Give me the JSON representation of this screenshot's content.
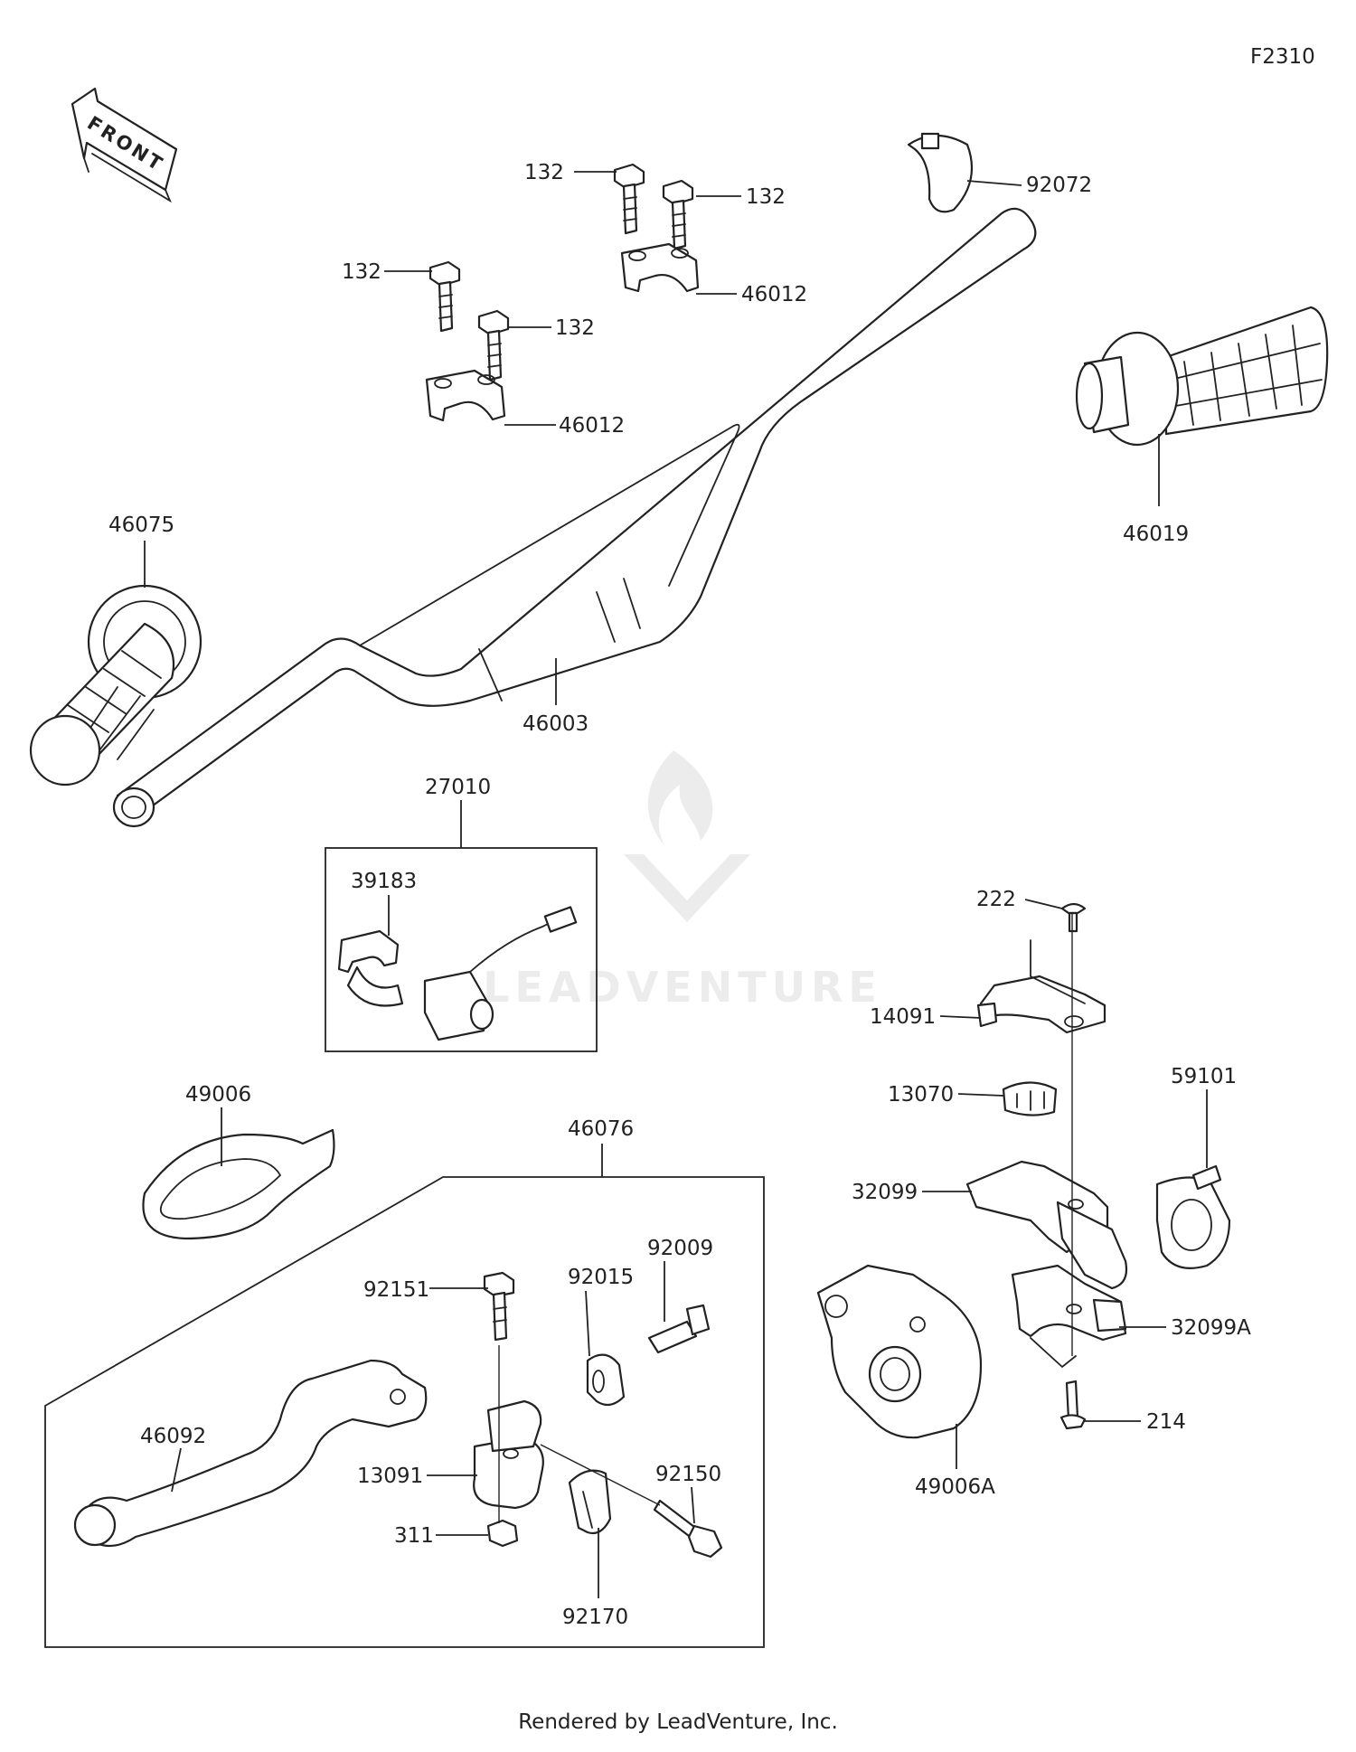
{
  "figure_code": "F2310",
  "front_label": "FRONT",
  "watermark_text": "LEADVENTURE",
  "footer": "Rendered by LeadVenture, Inc.",
  "callouts": {
    "c132_a": "132",
    "c132_b": "132",
    "c132_c": "132",
    "c132_d": "132",
    "c92072": "92072",
    "c46012_a": "46012",
    "c46012_b": "46012",
    "c46075": "46075",
    "c46019": "46019",
    "c46003": "46003",
    "c27010": "27010",
    "c39183": "39183",
    "c222": "222",
    "c14091": "14091",
    "c13070": "13070",
    "c59101": "59101",
    "c49006": "49006",
    "c46076": "46076",
    "c32099": "32099",
    "c32099A": "32099A",
    "c92009": "92009",
    "c92015": "92015",
    "c92151": "92151",
    "c46092": "46092",
    "c13091": "13091",
    "c92150": "92150",
    "c311": "311",
    "c92170": "92170",
    "c214": "214",
    "c49006A": "49006A"
  }
}
